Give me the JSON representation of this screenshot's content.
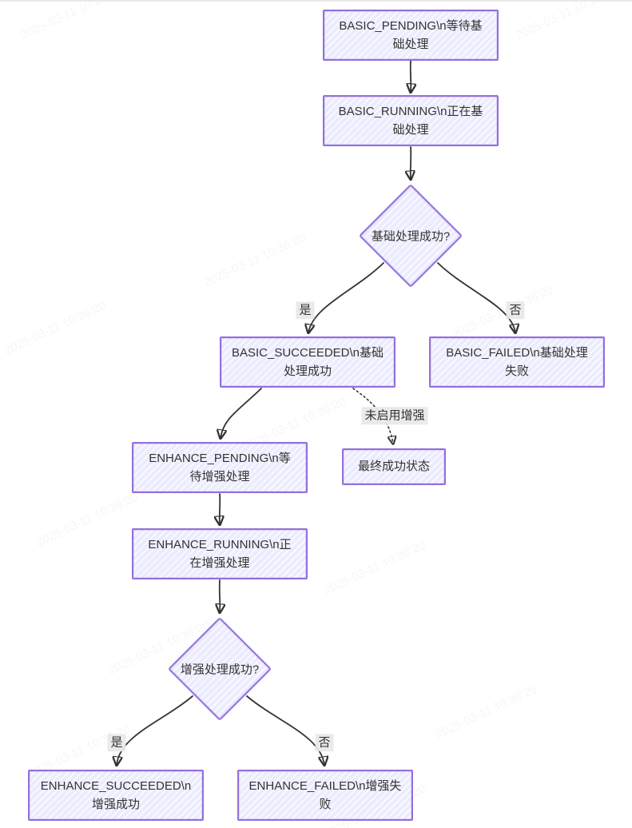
{
  "page": {
    "background_color": "#ffffff",
    "watermark_text": "2025-03-11 10:36:20"
  },
  "diagram": {
    "type": "flowchart",
    "direction": "top-down",
    "style": "hand-drawn",
    "colors": {
      "node_fill": "#ECECFF",
      "node_border": "#9370DB",
      "edge_line": "#333333",
      "edge_label_background": "#E8E8E8",
      "text": "#333333"
    },
    "nodes": [
      {
        "id": "basic_pending",
        "shape": "rect",
        "label": "BASIC_PENDING\\n等待基础处理"
      },
      {
        "id": "basic_running",
        "shape": "rect",
        "label": "BASIC_RUNNING\\n正在基础处理"
      },
      {
        "id": "basic_decision",
        "shape": "diamond",
        "label": "基础处理成功?"
      },
      {
        "id": "basic_succeeded",
        "shape": "rect",
        "label": "BASIC_SUCCEEDED\\n基础处理成功"
      },
      {
        "id": "basic_failed",
        "shape": "rect",
        "label": "BASIC_FAILED\\n基础处理失败"
      },
      {
        "id": "enhance_pending",
        "shape": "rect",
        "label": "ENHANCE_PENDING\\n等待增强处理"
      },
      {
        "id": "final_success",
        "shape": "rect",
        "label": "最终成功状态"
      },
      {
        "id": "enhance_running",
        "shape": "rect",
        "label": "ENHANCE_RUNNING\\n正在增强处理"
      },
      {
        "id": "enhance_decision",
        "shape": "diamond",
        "label": "增强处理成功?"
      },
      {
        "id": "enhance_succeeded",
        "shape": "rect",
        "label": "ENHANCE_SUCCEEDED\\n增强成功"
      },
      {
        "id": "enhance_failed",
        "shape": "rect",
        "label": "ENHANCE_FAILED\\n增强失败"
      }
    ],
    "edges": [
      {
        "from": "basic_pending",
        "to": "basic_running",
        "label": "",
        "line": "solid"
      },
      {
        "from": "basic_running",
        "to": "basic_decision",
        "label": "",
        "line": "solid"
      },
      {
        "from": "basic_decision",
        "to": "basic_succeeded",
        "label": "是",
        "line": "solid"
      },
      {
        "from": "basic_decision",
        "to": "basic_failed",
        "label": "否",
        "line": "solid"
      },
      {
        "from": "basic_succeeded",
        "to": "enhance_pending",
        "label": "",
        "line": "solid"
      },
      {
        "from": "basic_succeeded",
        "to": "final_success",
        "label": "未启用增强",
        "line": "dotted"
      },
      {
        "from": "enhance_pending",
        "to": "enhance_running",
        "label": "",
        "line": "solid"
      },
      {
        "from": "enhance_running",
        "to": "enhance_decision",
        "label": "",
        "line": "solid"
      },
      {
        "from": "enhance_decision",
        "to": "enhance_succeeded",
        "label": "是",
        "line": "solid"
      },
      {
        "from": "enhance_decision",
        "to": "enhance_failed",
        "label": "否",
        "line": "solid"
      }
    ]
  }
}
